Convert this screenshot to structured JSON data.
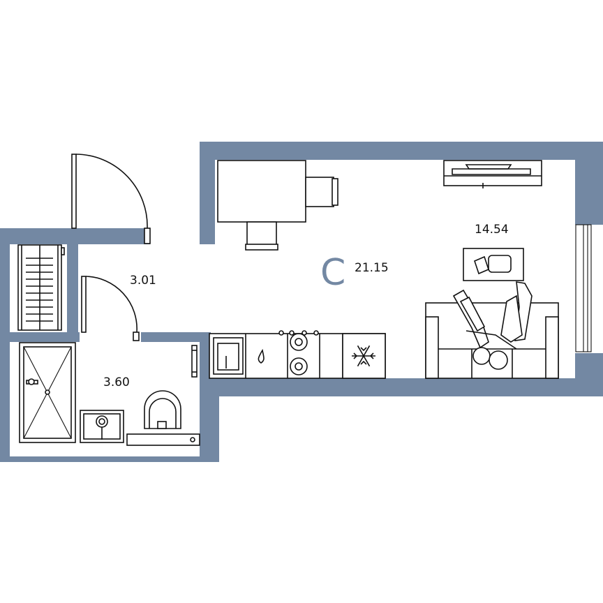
{
  "plan": {
    "rooms": [
      {
        "id": "hall",
        "area": "3.01"
      },
      {
        "id": "bathroom",
        "area": "3.60"
      },
      {
        "id": "living",
        "area": "14.54"
      }
    ],
    "total": {
      "area": "21.15",
      "badge": "C"
    }
  },
  "colors": {
    "wall": "#7388a3",
    "line": "#111111",
    "background": "#ffffff"
  },
  "icons": [
    "wardrobe-icon",
    "shower-icon",
    "sink-icon",
    "toilet-icon",
    "towel-rail-icon",
    "kitchen-sink-icon",
    "stove-icon",
    "fridge-icon",
    "table-icon",
    "chair-icon",
    "tv-stand-icon",
    "sofa-icon",
    "coffee-table-icon",
    "people-icon",
    "window-icon",
    "door-icon"
  ]
}
